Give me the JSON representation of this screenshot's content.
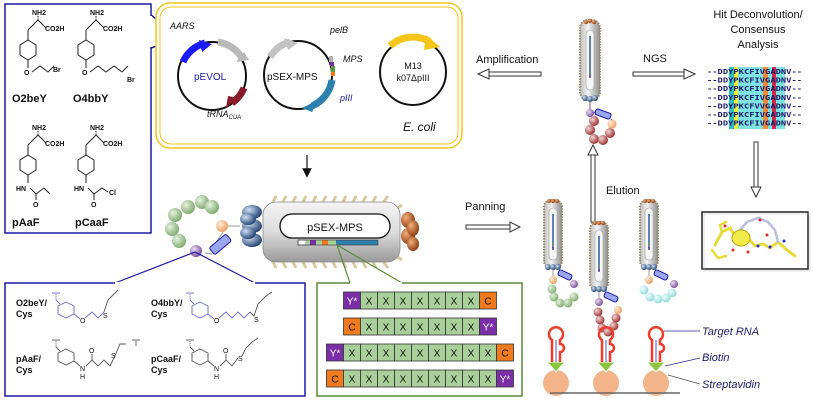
{
  "amino_acids_panel": {
    "items": [
      {
        "name": "O2beY",
        "amine": "NH2",
        "acid": "CO2H",
        "sidechain": "Br"
      },
      {
        "name": "O4bbY",
        "amine": "NH2",
        "acid": "CO2H",
        "sidechain": "Br"
      },
      {
        "name": "pAaF",
        "amine": "NH2",
        "acid": "CO2H",
        "amide_n": "HN",
        "amide_o": "O"
      },
      {
        "name": "pCaaF",
        "amine": "NH2",
        "acid": "CO2H",
        "amide_n": "HN",
        "amide_o": "O",
        "sidechain": "Cl"
      }
    ],
    "border_color": "#1a1aa8"
  },
  "ecoli_panel": {
    "label": "E. coli",
    "border_color": "#f5c518",
    "plasmids": [
      {
        "name": "pEVOL",
        "genes": [
          "AARS",
          "tRNA",
          "CUA"
        ]
      },
      {
        "name": "pSEX-MPS",
        "genes": [
          "pelB",
          "MPS",
          "pIII"
        ]
      },
      {
        "name_line1": "M13",
        "name_line2": "k07ΔpIII"
      }
    ]
  },
  "process": {
    "amplification": "Amplification",
    "ngs": "NGS",
    "panning": "Panning",
    "elution": "Elution"
  },
  "hit_panel": {
    "title_line1": "Hit Deconvolution/",
    "title_line2": "Consensus",
    "title_line3": "Analysis",
    "sequences": [
      "--DDYPKCFIVGADNV--",
      "--DDYPKCFIVGADNV--",
      "--DDYPKCFIVGADNV--",
      "--DDYPKCFIVGADNV--",
      "--DDYPKCFVVGADNV--",
      "--DDYPKCFIVGADNV--",
      "--DDYPKCFIVGADNV--"
    ]
  },
  "phage": {
    "genome_label": "pSEX-MPS"
  },
  "crosslink_panel": {
    "items": [
      {
        "line1": "O2beY/",
        "line2": "Cys",
        "hetero": "O",
        "s": "S"
      },
      {
        "line1": "O4bbY/",
        "line2": "Cys",
        "hetero": "O",
        "s": "S"
      },
      {
        "line1": "pAaF/",
        "line2": "Cys",
        "n": "N",
        "h": "H",
        "o": "O",
        "s": "S"
      },
      {
        "line1": "pCaaF/",
        "line2": "Cys",
        "n": "N",
        "h": "H",
        "o": "O",
        "s": "S"
      }
    ]
  },
  "library_panel": {
    "rows": [
      [
        "Y*",
        "X",
        "X",
        "X",
        "X",
        "X",
        "X",
        "X",
        "C"
      ],
      [
        "C",
        "X",
        "X",
        "X",
        "X",
        "X",
        "X",
        "X",
        "Y*"
      ],
      [
        "Y*",
        "X",
        "X",
        "X",
        "X",
        "X",
        "X",
        "X",
        "X",
        "X",
        "C"
      ],
      [
        "C",
        "X",
        "X",
        "X",
        "X",
        "X",
        "X",
        "X",
        "X",
        "X",
        "Y*"
      ]
    ],
    "colors": {
      "Y*": "#7a2fa8",
      "C": "#f07a1e",
      "X": "#a9cf9a"
    },
    "border_color": "#5a8a3a"
  },
  "target_legend": {
    "target_rna": "Target RNA",
    "biotin": "Biotin",
    "streptavidin": "Streptavidin"
  }
}
